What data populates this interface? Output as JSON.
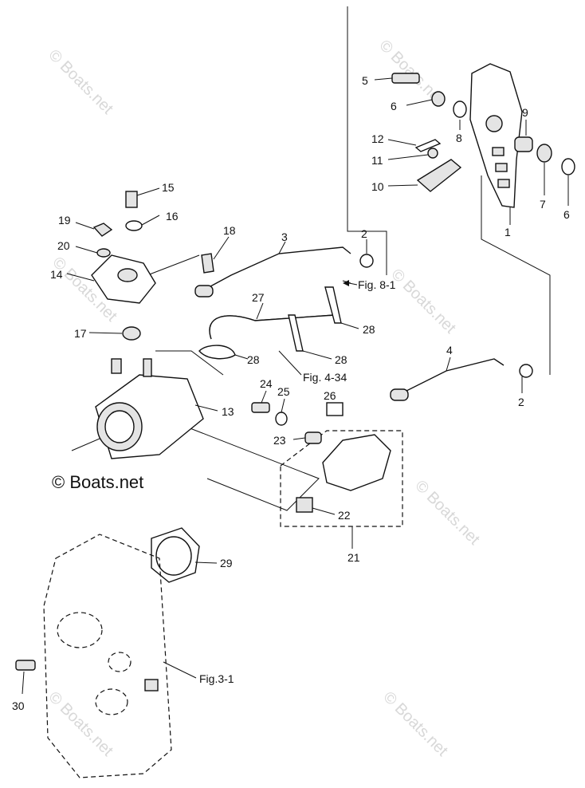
{
  "watermark": {
    "big": "© Boats.net",
    "small": "© Boats.net"
  },
  "references": {
    "fig_8_1": "Fig. 8-1",
    "fig_4_34": "Fig. 4-34",
    "fig_3_1": "Fig.3-1"
  },
  "callouts": {
    "c1": "1",
    "c2a": "2",
    "c2b": "2",
    "c3": "3",
    "c4": "4",
    "c5": "5",
    "c6a": "6",
    "c6b": "6",
    "c7": "7",
    "c8": "8",
    "c9": "9",
    "c10": "10",
    "c11": "11",
    "c12": "12",
    "c13": "13",
    "c14": "14",
    "c15": "15",
    "c16": "16",
    "c17": "17",
    "c18": "18",
    "c19": "19",
    "c20": "20",
    "c21": "21",
    "c22": "22",
    "c23": "23",
    "c24": "24",
    "c25": "25",
    "c26": "26",
    "c27": "27",
    "c28a": "28",
    "c28b": "28",
    "c28c": "28",
    "c29": "29",
    "c30": "30"
  }
}
